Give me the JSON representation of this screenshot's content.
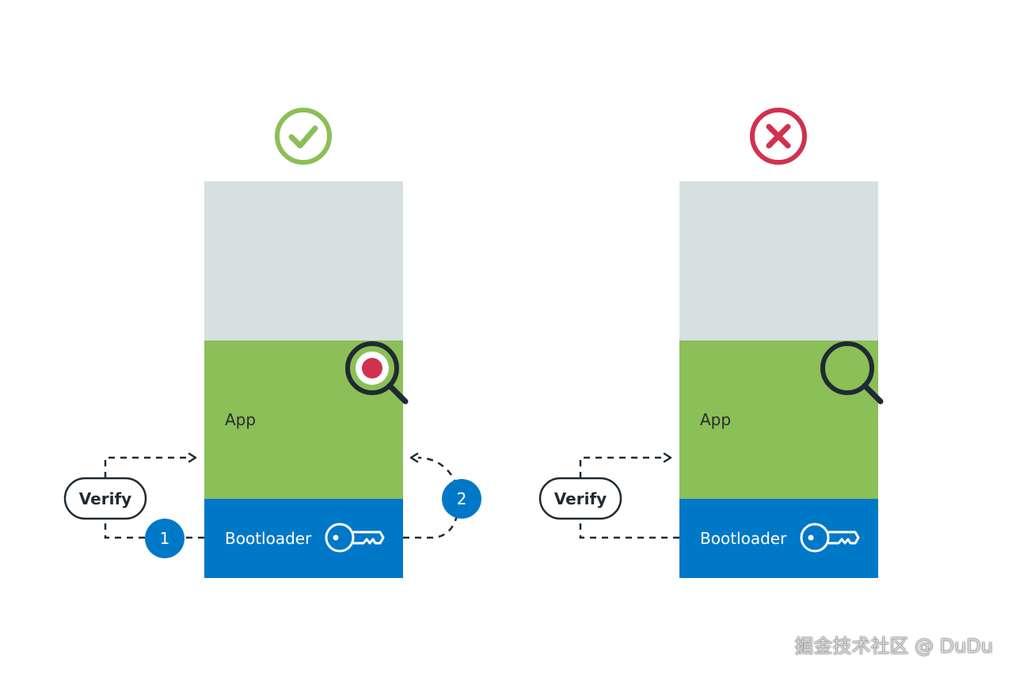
{
  "colors": {
    "storage": "#d6e0e1",
    "app": "#8bbf57",
    "bootloader": "#0078c8",
    "pass": "#8bbf57",
    "fail": "#d0314f",
    "ink": "#1f2a33"
  },
  "panels": [
    {
      "status_icon": "check-circle-icon",
      "app_label": "App",
      "bootloader_label": "Bootloader",
      "verify_label": "Verify",
      "steps": [
        "1",
        "2"
      ],
      "key_icon": "key-icon",
      "magnifier_icon": "magnifier-detected-icon"
    },
    {
      "status_icon": "x-circle-icon",
      "app_label": "App",
      "bootloader_label": "Bootloader",
      "verify_label": "Verify",
      "key_icon": "key-icon",
      "magnifier_icon": "magnifier-icon"
    }
  ],
  "watermark": "掘金技术社区 @ DuDu"
}
